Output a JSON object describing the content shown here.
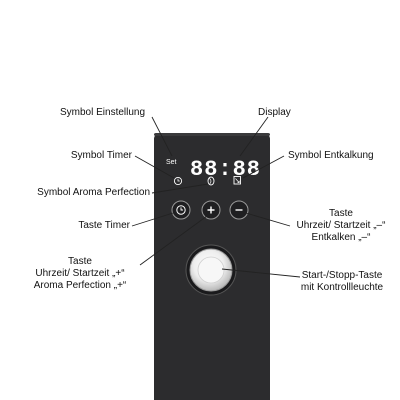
{
  "panel": {
    "set_text": "Set",
    "display_digits": "88:88",
    "colors": {
      "panel": "#2c2c2e",
      "digits": "#ffffff",
      "button_ring": "#c9c9c9",
      "line": "#222222"
    }
  },
  "buttons": {
    "timer": {
      "icon": "clock-icon"
    },
    "plus": {
      "glyph": "+"
    },
    "minus": {
      "glyph": "−"
    },
    "start_stop": {
      "icon": "knob"
    }
  },
  "annotations": {
    "symbol_einstellung": "Symbol Einstellung",
    "display": "Display",
    "symbol_timer": "Symbol Timer",
    "symbol_entkalkung": "Symbol Entkalkung",
    "symbol_aroma": "Symbol Aroma Perfection",
    "taste_timer": "Taste Timer",
    "taste_right": [
      "Taste",
      "Uhrzeit/ Startzeit „–“",
      "Entkalken „–“"
    ],
    "taste_left": [
      "Taste",
      "Uhrzeit/ Startzeit „+“",
      "Aroma Perfection „+“"
    ],
    "start_stop": [
      "Start-/Stopp-Taste",
      "mit Kontrollleuchte"
    ]
  }
}
